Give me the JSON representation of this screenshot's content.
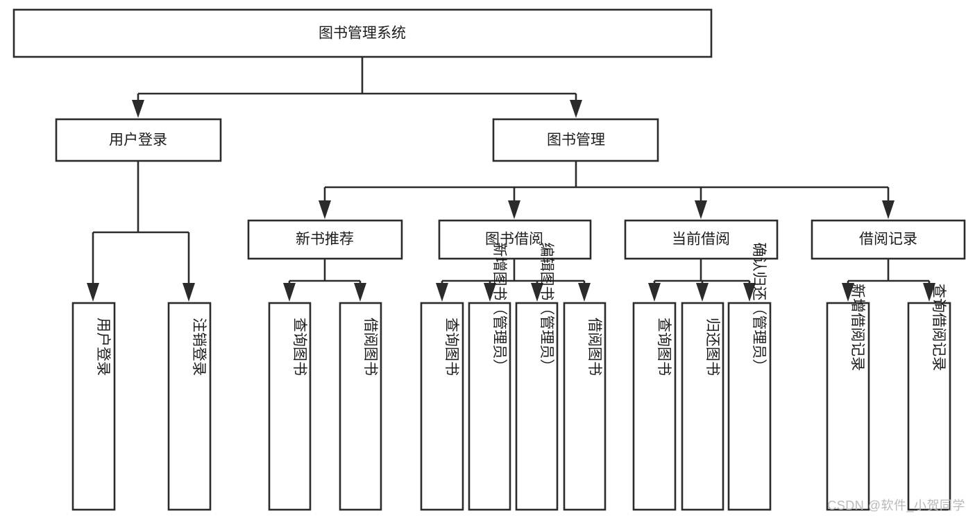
{
  "diagram": {
    "type": "tree-hierarchy",
    "title": "图书管理系统",
    "watermark": "CSDN @软件_小贺同学",
    "colors": {
      "box_fill": "#ffffff",
      "box_stroke": "#2b2b2b",
      "text": "#1c1c1c",
      "watermark": "#b9b9b9",
      "background": "#ffffff"
    },
    "levels": {
      "root": {
        "label": "图书管理系统"
      },
      "level2": [
        {
          "label": "用户登录"
        },
        {
          "label": "图书管理"
        }
      ],
      "level3": [
        {
          "label": "新书推荐"
        },
        {
          "label": "图书借阅"
        },
        {
          "label": "当前借阅"
        },
        {
          "label": "借阅记录"
        }
      ],
      "leaves": {
        "user_login": [
          {
            "label": "用户登录"
          },
          {
            "label": "注销登录"
          }
        ],
        "new_book_recommend": [
          {
            "label": "查询图书"
          },
          {
            "label": "借阅图书"
          }
        ],
        "book_borrow": [
          {
            "label": "查询图书"
          },
          {
            "label": "新增图书（管理员）"
          },
          {
            "label": "编辑图书（管理员）"
          },
          {
            "label": "借阅图书"
          }
        ],
        "current_borrow": [
          {
            "label": "查询图书"
          },
          {
            "label": "归还图书"
          },
          {
            "label": "确认归还（管理员）"
          }
        ],
        "borrow_record": [
          {
            "label": "新增借阅记录"
          },
          {
            "label": "查询借阅记录"
          }
        ]
      }
    }
  }
}
